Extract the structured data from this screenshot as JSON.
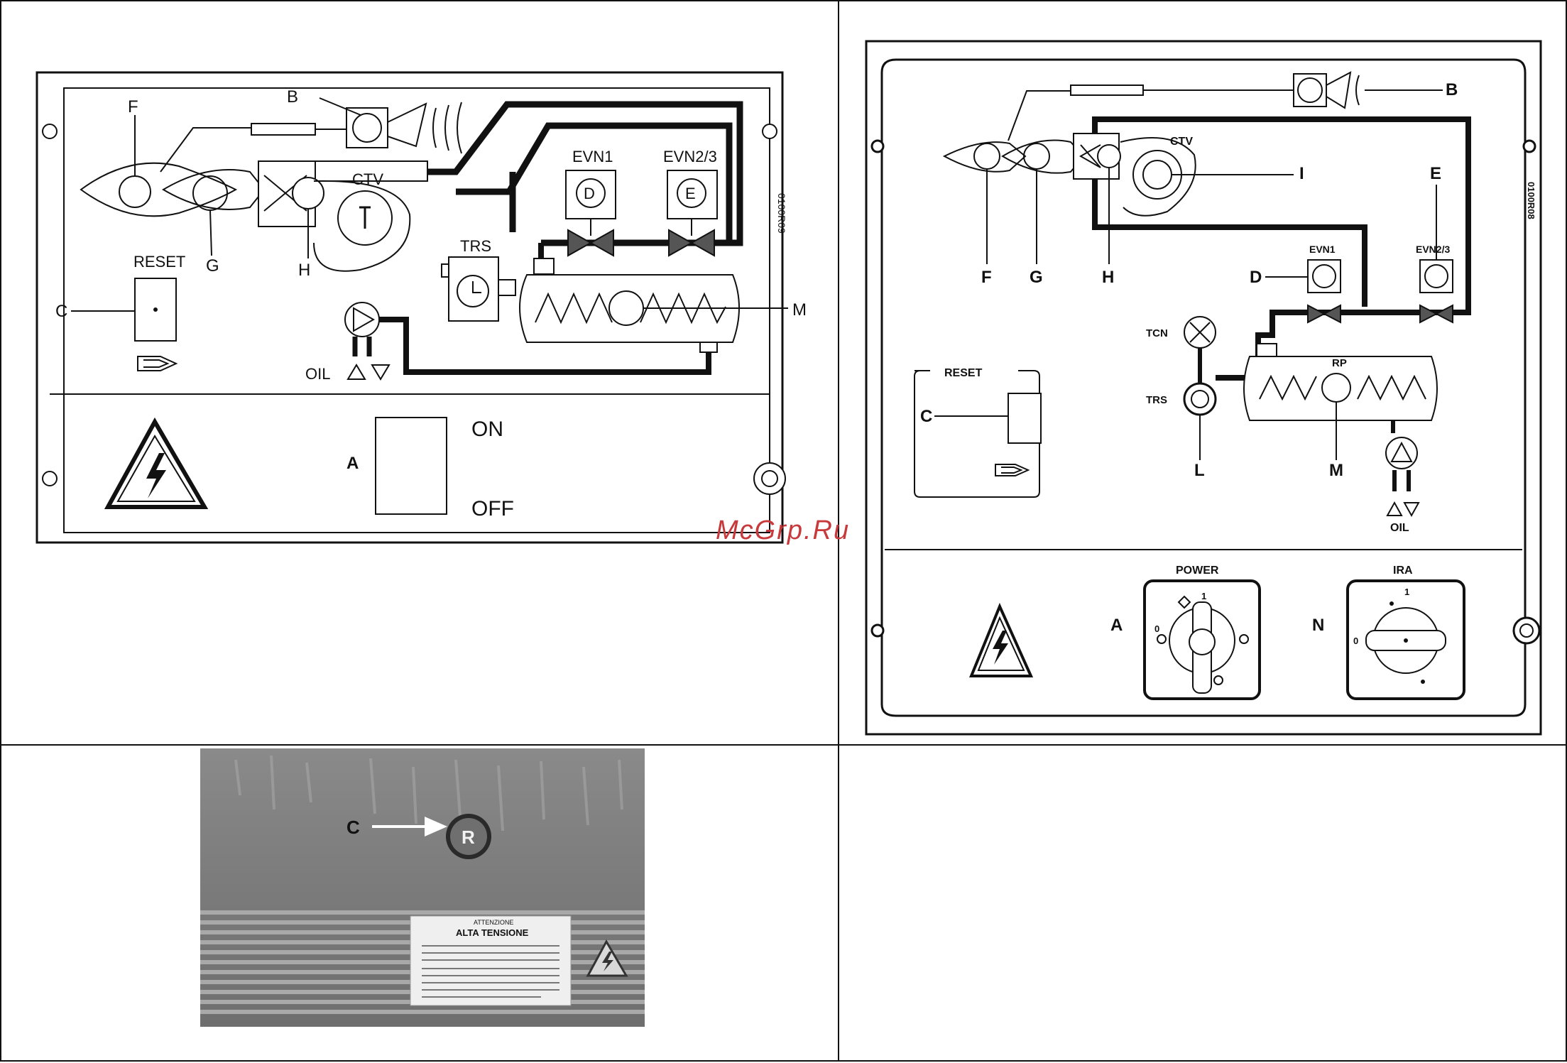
{
  "watermark": "McGrp.Ru",
  "panel1": {
    "labels": {
      "b": "B",
      "f": "F",
      "g": "G",
      "h": "H",
      "c": "C",
      "m": "M",
      "d": "D",
      "e": "E",
      "a": "A"
    },
    "ctv": "CTV",
    "evn1": "EVN1",
    "evn2": "EVN2/3",
    "trs": "TRS",
    "reset": "RESET",
    "oil": "OIL",
    "on": "ON",
    "off": "OFF",
    "code": "0100R09"
  },
  "panel2": {
    "labels": {
      "b": "B",
      "f": "F",
      "g": "G",
      "h": "H",
      "i": "I",
      "e": "E",
      "d": "D",
      "c": "C",
      "l": "L",
      "m": "M",
      "a": "A",
      "n": "N"
    },
    "ctv": "CTV",
    "evn1": "EVN1",
    "evn23": "EVN2/3",
    "tcn": "TCN",
    "trs": "TRS",
    "rp": "RP",
    "reset": "RESET",
    "oil": "OIL",
    "power": "POWER",
    "ira": "IRA",
    "switch_0": "0",
    "switch_1": "1",
    "code": "0100R08"
  },
  "photo": {
    "label_c": "C",
    "button": "R",
    "sticker_heading": "ATTENZIONE",
    "sticker_title": "ALTA TENSIONE"
  }
}
